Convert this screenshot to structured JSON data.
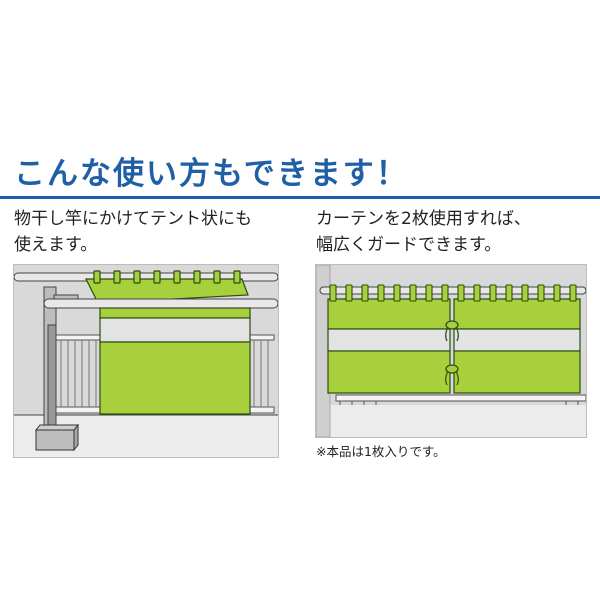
{
  "headline": "こんな使い方もできます！",
  "left": {
    "desc_line1": "物干し竿にかけてテント状にも",
    "desc_line2": "使えます。"
  },
  "right": {
    "desc_line1": "カーテンを2枚使用すれば、",
    "desc_line2": "幅広くガードできます。",
    "note": "※本品は1枚入りです。"
  },
  "colors": {
    "accent_blue": "#1f5fa6",
    "curtain_green": "#a8cf3c",
    "curtain_green_dark": "#2a4d12",
    "band_gray": "#e3e3e3",
    "wall_gray": "#d9d9d9"
  }
}
